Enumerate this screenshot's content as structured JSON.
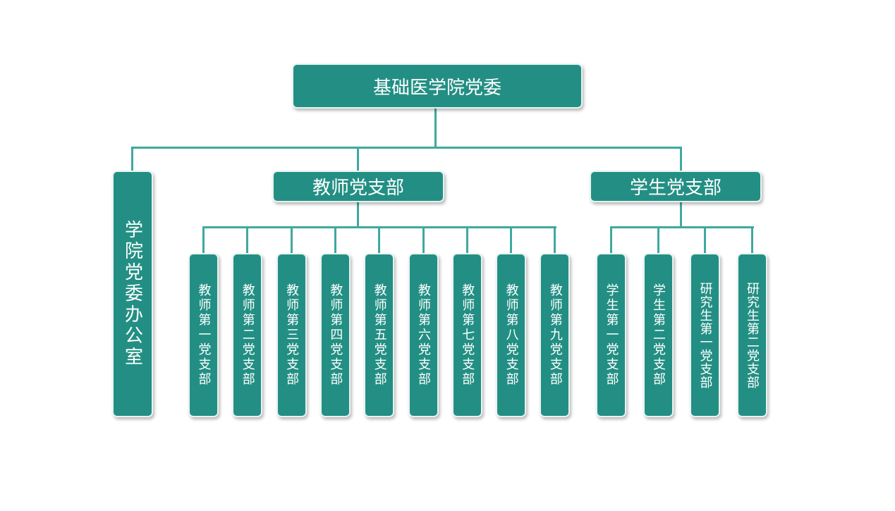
{
  "root": {
    "label": "基础医学院党委"
  },
  "office": {
    "label": "学院党委办公室"
  },
  "teacher_group": {
    "label": "教师党支部",
    "branches": [
      "教师第一党支部",
      "教师第二党支部",
      "教师第三党支部",
      "教师第四党支部",
      "教师第五党支部",
      "教师第六党支部",
      "教师第七党支部",
      "教师第八党支部",
      "教师第九党支部"
    ]
  },
  "student_group": {
    "label": "学生党支部",
    "branches": [
      "学生第一党支部",
      "学生第二党支部",
      "研究生第一党支部",
      "研究生第二党支部"
    ]
  },
  "colors": {
    "box_fill": "#238f84",
    "connector": "#3fa9a0",
    "text": "#ffffff"
  }
}
